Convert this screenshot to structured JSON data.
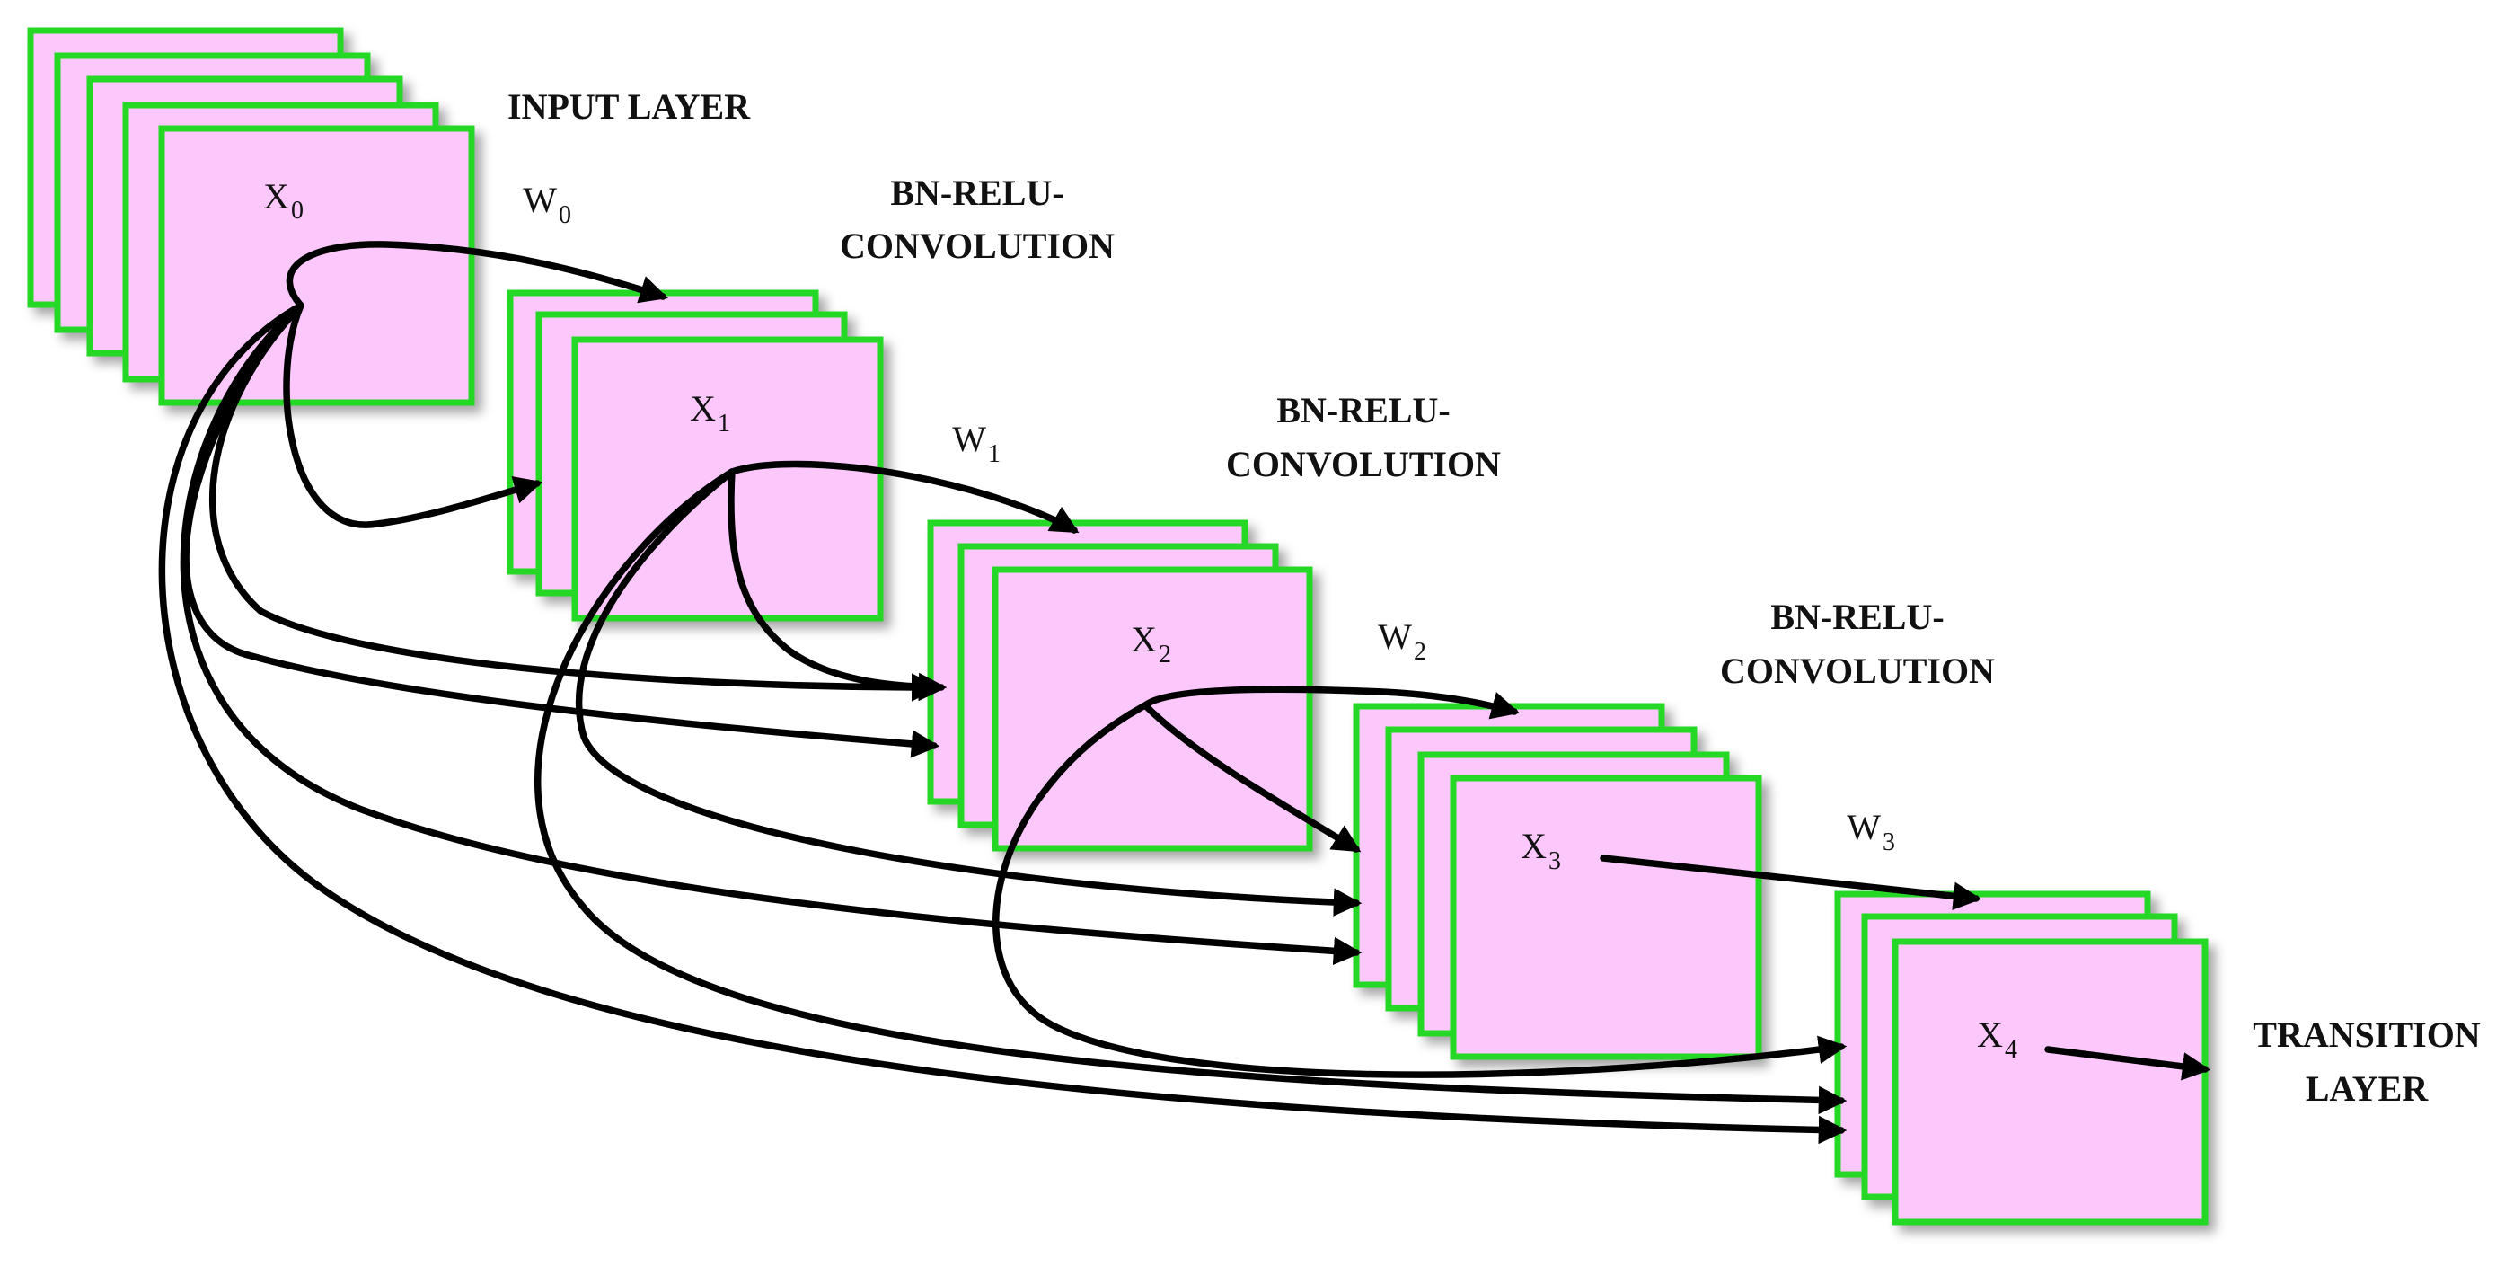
{
  "labels": {
    "input_layer": "INPUT LAYER",
    "bn1_line1": "BN-RELU-",
    "bn1_line2": "CONVOLUTION",
    "bn2_line1": "BN-RELU-",
    "bn2_line2": "CONVOLUTION",
    "bn3_line1": "BN-RELU-",
    "bn3_line2": "CONVOLUTION",
    "transition_line1": "TRANSITION",
    "transition_line2": "LAYER"
  },
  "nodes": [
    {
      "id": "x0",
      "base": "X",
      "sub": "0",
      "weight_base": "W",
      "weight_sub": "0"
    },
    {
      "id": "x1",
      "base": "X",
      "sub": "1",
      "weight_base": "W",
      "weight_sub": "1"
    },
    {
      "id": "x2",
      "base": "X",
      "sub": "2",
      "weight_base": "W",
      "weight_sub": "2"
    },
    {
      "id": "x3",
      "base": "X",
      "sub": "3",
      "weight_base": "W",
      "weight_sub": "3"
    },
    {
      "id": "x4",
      "base": "X",
      "sub": "4"
    }
  ],
  "colors": {
    "card_fill": "#fcc8fc",
    "card_border": "#27d827",
    "arrow": "#000000"
  }
}
